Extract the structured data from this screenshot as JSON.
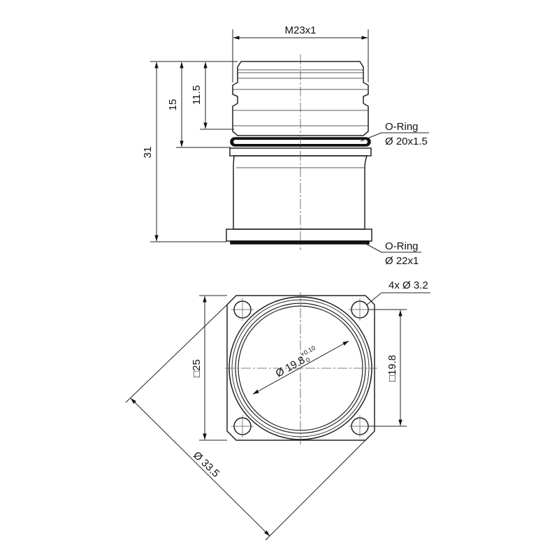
{
  "side_view": {
    "thread_label": "M23x1",
    "dim_total": "31",
    "dim_mid": "15",
    "dim_top": "11.5",
    "oring_top": {
      "title": "O-Ring",
      "spec": "Ø 20x1.5"
    },
    "oring_bottom": {
      "title": "O-Ring",
      "spec": "Ø 22x1"
    }
  },
  "top_view": {
    "holes_label": "4x Ø 3.2",
    "flange_square": "□25",
    "hole_square": "□19.8",
    "diagonal": "Ø 33.5",
    "bore_diameter": "Ø 19.8",
    "bore_tol_upper": "+0.10",
    "bore_tol_lower": "0"
  },
  "colors": {
    "line": "#222222",
    "oring": "#111111",
    "center": "#555555"
  }
}
